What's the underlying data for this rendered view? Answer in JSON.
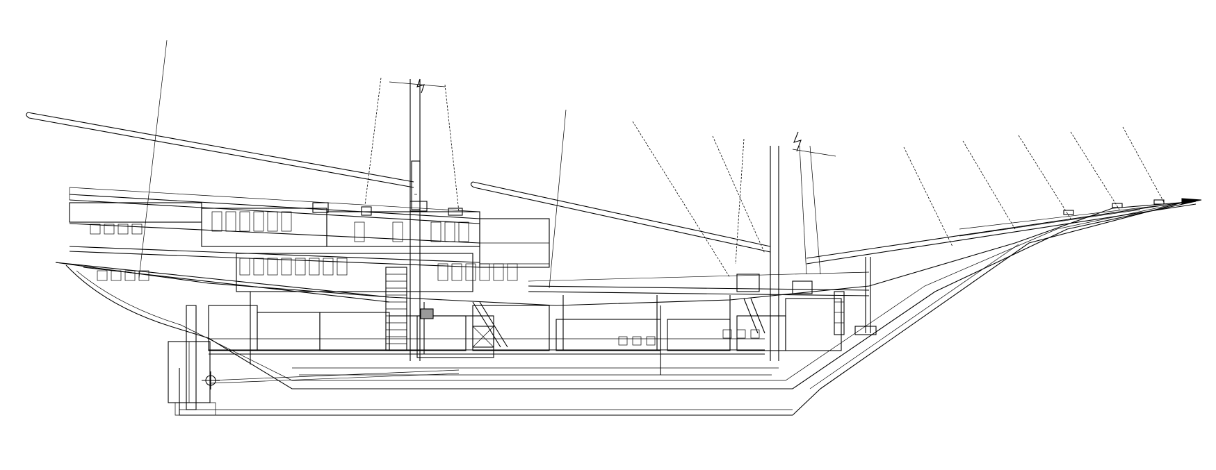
{
  "drawing": {
    "kind": "sailing-ship-longitudinal-section",
    "line_color": "#000000",
    "background_color": "#ffffff",
    "masts": [
      "main-mast",
      "mizzen-mast"
    ],
    "booms": [
      "main-boom",
      "mizzen-boom"
    ],
    "decks": [
      "sun-deck",
      "upper-deck",
      "main-deck",
      "lower-deck",
      "bilge"
    ],
    "features": [
      "hull",
      "bowsprit",
      "rudder",
      "propeller",
      "keel",
      "engine-room",
      "cabins",
      "stairs",
      "rigging-stays",
      "windows"
    ]
  }
}
